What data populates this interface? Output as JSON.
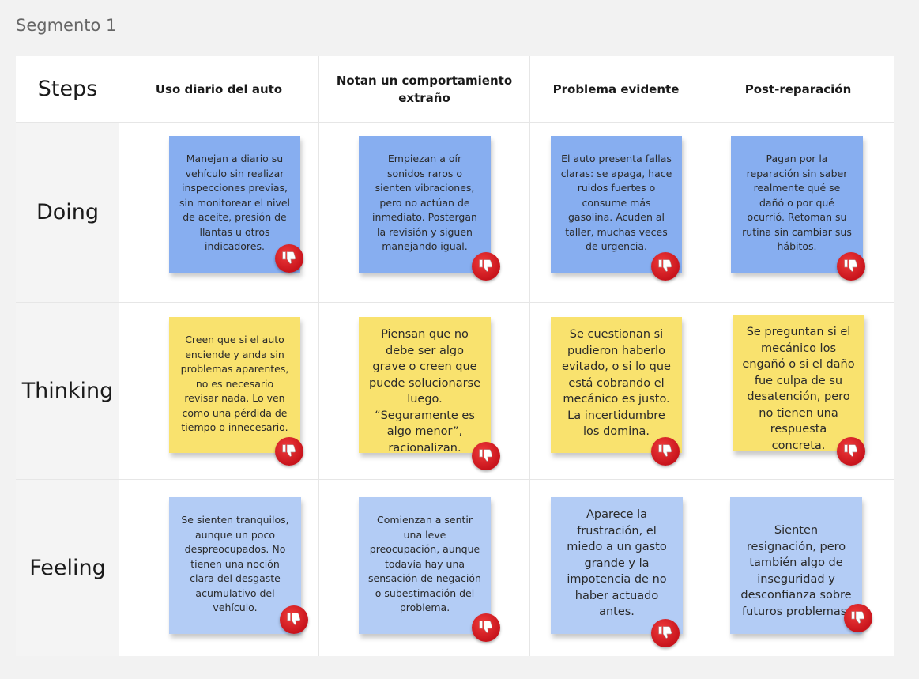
{
  "frame_title": "Segmento 1",
  "steps_label": "Steps",
  "columns": [
    "Uso diario del auto",
    "Notan un comportamiento extraño",
    "Problema evidente",
    "Post-reparación"
  ],
  "rows": [
    {
      "label": "Doing",
      "notes": [
        "Manejan a diario su vehículo sin realizar inspecciones previas, sin monitorear el nivel de aceite, presión de llantas u otros indicadores.",
        "Empiezan a oír sonidos raros o sienten vibraciones, pero no actúan de inmediato. Postergan la revisión y siguen manejando igual.",
        "El auto presenta fallas claras: se apaga, hace ruidos fuertes o consume más gasolina. Acuden al taller, muchas veces de urgencia.",
        "Pagan por la reparación sin saber realmente qué se dañó o por qué ocurrió. Retoman su rutina sin cambiar sus hábitos."
      ]
    },
    {
      "label": "Thinking",
      "notes": [
        "Creen que si el auto enciende y anda sin problemas aparentes, no es necesario revisar nada. Lo ven como una pérdida de tiempo o innecesario.",
        "Piensan que no debe ser algo grave o creen que puede solucionarse luego. “Seguramente es algo menor”, racionalizan.",
        "Se cuestionan si pudieron haberlo evitado, o si lo que está cobrando el mecánico es justo. La incertidumbre los domina.",
        "Se preguntan si el mecánico los engañó o si el daño fue culpa de su desatención, pero no tienen una respuesta concreta."
      ]
    },
    {
      "label": "Feeling",
      "notes": [
        "Se sienten tranquilos, aunque un poco despreocupados. No tienen una noción clara del desgaste acumulativo del vehículo.",
        "Comienzan a sentir una leve preocupación, aunque todavía hay una sensación de negación o subestimación del problema.",
        "Aparece la frustración, el miedo a un gasto grande y la impotencia de no haber actuado antes.",
        "Sienten resignación, pero también algo de inseguridad y desconfianza sobre futuros problemas."
      ]
    }
  ],
  "reaction_icon": "thumbs-down-icon",
  "colors": {
    "doing_note": "#87aef0",
    "thinking_note": "#f9e26e",
    "feeling_note": "#b3ccf5",
    "reaction": "#d8161f"
  }
}
